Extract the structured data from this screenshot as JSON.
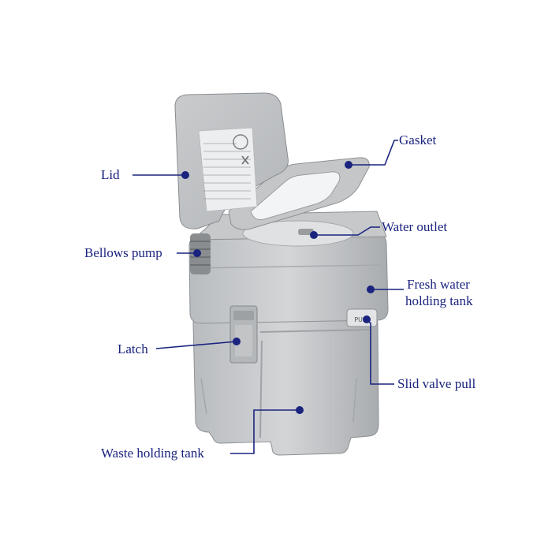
{
  "diagram": {
    "accent_color": "#1a237e",
    "product": "portable toilet",
    "labels": {
      "gasket": "Gasket",
      "lid": "Lid",
      "water_outlet": "Water outlet",
      "bellows_pump": "Bellows pump",
      "fresh_water_line1": "Fresh water",
      "fresh_water_line2": "holding tank",
      "latch": "Latch",
      "slide_valve": "Slid valve pull",
      "waste_tank": "Waste holding tank"
    },
    "valve_tag": "PULL"
  }
}
